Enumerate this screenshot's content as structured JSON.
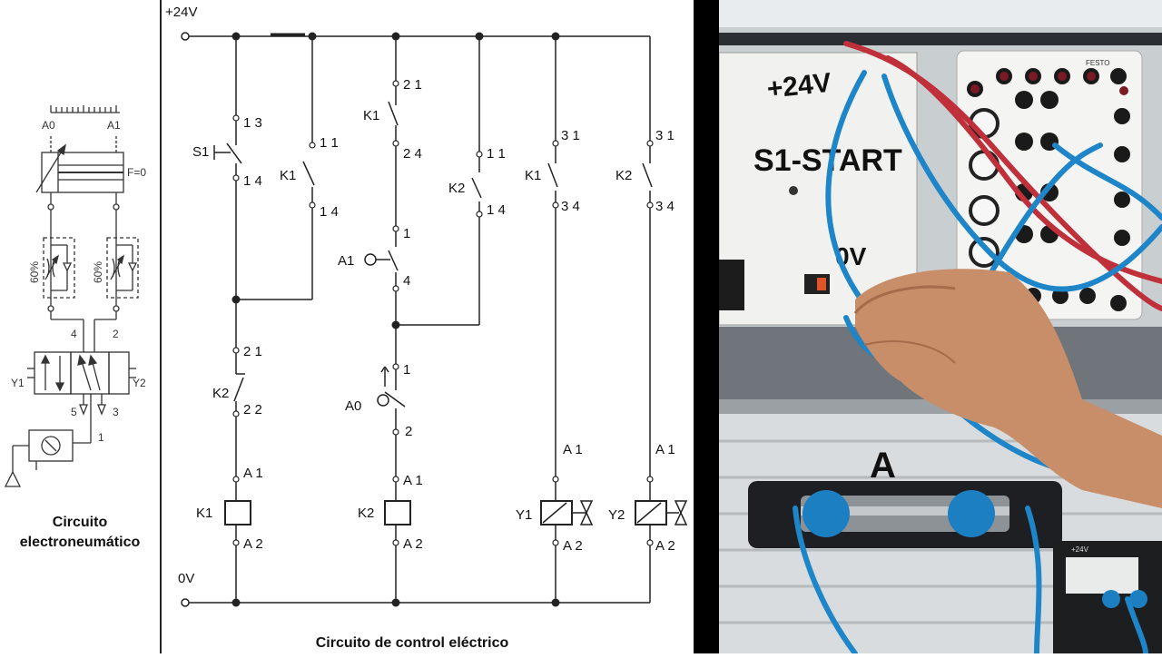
{
  "pneumatic": {
    "caption_line1": "Circuito",
    "caption_line2": "electroneumático",
    "cyl_a0": "A0",
    "cyl_a1": "A1",
    "force": "F=0",
    "flow_left": "60%",
    "flow_right": "60%",
    "port4": "4",
    "port2": "2",
    "port5": "5",
    "port3": "3",
    "port1": "1",
    "y1": "Y1",
    "y2": "Y2"
  },
  "electric": {
    "caption": "Circuito  de control eléctrico",
    "supply_pos": "+24V",
    "supply_neg": "0V",
    "s1": "S1",
    "k1": "K1",
    "k2": "K2",
    "a0": "A0",
    "a1": "A1",
    "y1": "Y1",
    "y2": "Y2",
    "t13": "1 3",
    "t14": "1 4",
    "t11": "1 1",
    "t21": "2 1",
    "t22": "2 2",
    "t24": "2 4",
    "t31": "3 1",
    "t34": "3 4",
    "t1": "1",
    "t2": "2",
    "t4": "4",
    "ta1": "A 1",
    "ta2": "A 2"
  },
  "photo": {
    "label_24v": "+24V",
    "label_start": "S1-START",
    "label_0v": "0V",
    "label_a": "A",
    "brand": "FESTO",
    "module_24v": "+24V"
  }
}
